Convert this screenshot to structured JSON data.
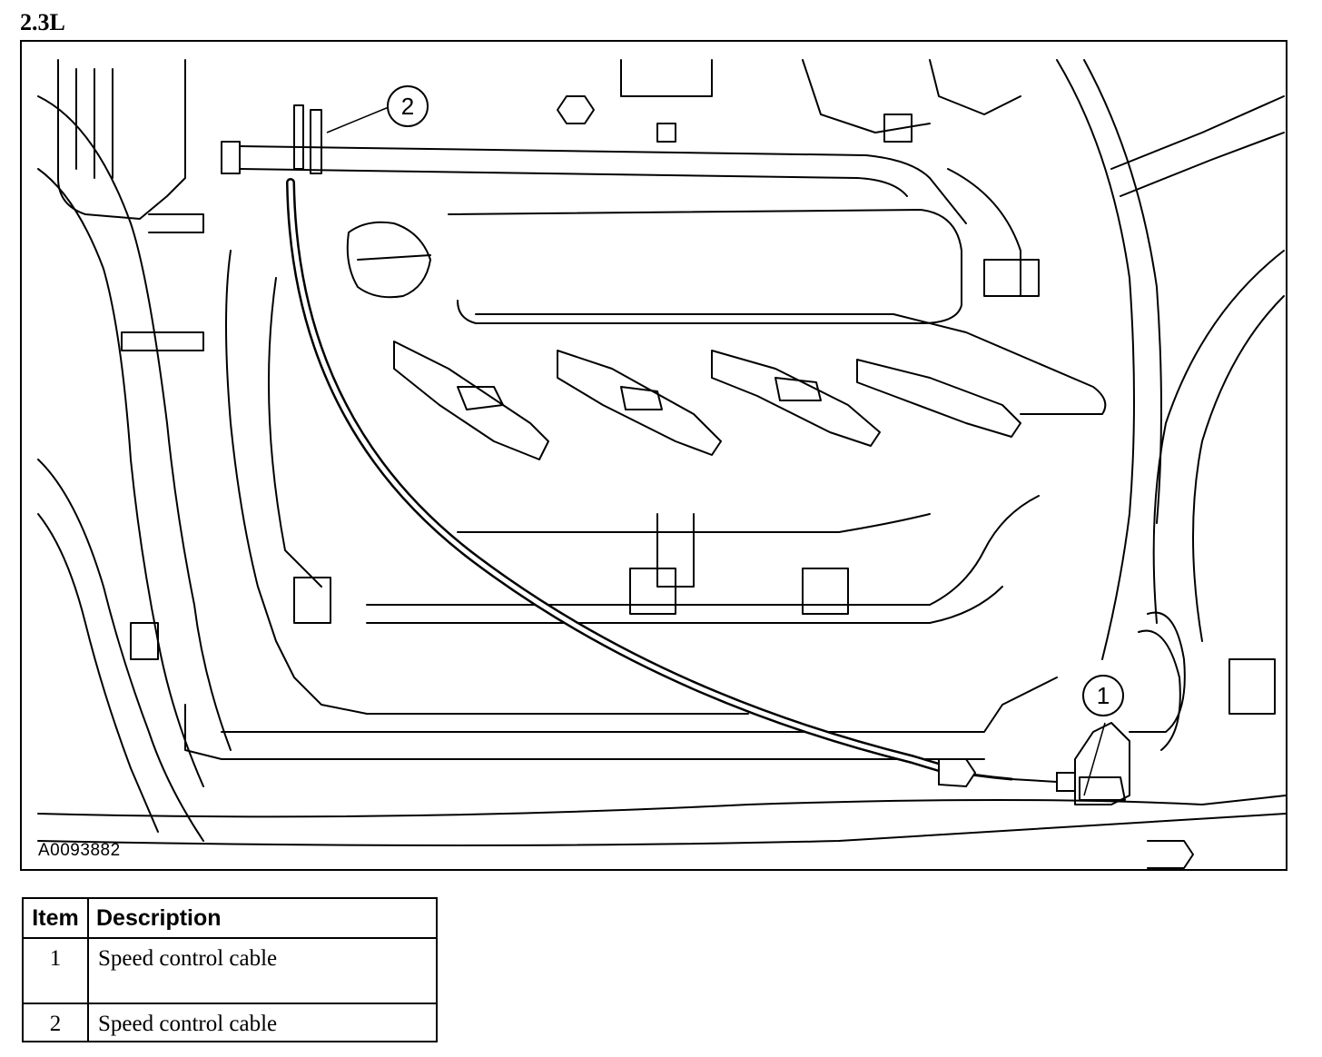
{
  "header": {
    "title": "2.3L"
  },
  "figure": {
    "id_label": "A0093882",
    "callouts": [
      "1",
      "2"
    ]
  },
  "legend": {
    "headers": {
      "item": "Item",
      "description": "Description"
    },
    "rows": [
      {
        "item": "1",
        "description": "Speed control cable"
      },
      {
        "item": "2",
        "description": "Speed control cable"
      }
    ]
  },
  "colors": {
    "line": "#000000",
    "background": "#ffffff"
  }
}
